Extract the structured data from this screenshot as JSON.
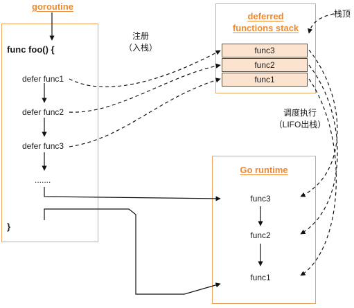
{
  "goroutine": {
    "title": "goroutine",
    "func_open": "func foo() {",
    "defers": [
      "defer func1",
      "defer func2",
      "defer func3"
    ],
    "ellipsis": ".......",
    "func_close": "}"
  },
  "stack": {
    "title_line1": "deferred",
    "title_line2": "functions stack",
    "items": [
      "func3",
      "func2",
      "func1"
    ],
    "top_label": "栈顶"
  },
  "register": {
    "line1": "注册",
    "line2": "（入栈）"
  },
  "execute": {
    "line1": "调度执行",
    "line2": "（LIFO出栈）"
  },
  "runtime": {
    "title": "Go runtime",
    "items": [
      "func3",
      "func2",
      "func1"
    ]
  },
  "colors": {
    "accent": "#ef8a2c",
    "border": "#f0a35a",
    "stack_fill": "#fbe3cf",
    "line": "#111111"
  }
}
